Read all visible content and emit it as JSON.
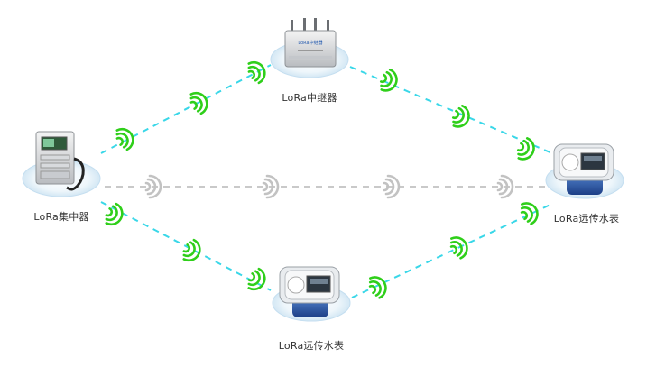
{
  "nodes": [
    {
      "id": "concentrator",
      "label": "LoRa集中器",
      "icon": "concentrator-device-icon"
    },
    {
      "id": "repeater",
      "label": "LoRa中继器",
      "icon": "repeater-device-icon"
    },
    {
      "id": "meter_right",
      "label": "LoRa远传水表",
      "icon": "water-meter-icon"
    },
    {
      "id": "meter_bottom",
      "label": "LoRa远传水表",
      "icon": "water-meter-icon"
    }
  ],
  "links": [
    {
      "from": "concentrator",
      "to": "repeater",
      "style": "dashed",
      "color": "#39d7e8"
    },
    {
      "from": "repeater",
      "to": "meter_right",
      "style": "dashed",
      "color": "#39d7e8"
    },
    {
      "from": "concentrator",
      "to": "meter_bottom",
      "style": "dashed",
      "color": "#39d7e8"
    },
    {
      "from": "meter_bottom",
      "to": "meter_right",
      "style": "dashed",
      "color": "#39d7e8"
    },
    {
      "from": "concentrator",
      "to": "meter_right",
      "style": "dashed",
      "color": "#c9c9c9"
    }
  ],
  "colors": {
    "signal_active": "#2fcf1a",
    "signal_inactive": "#c2c2c2",
    "platform": "#dcecf7"
  },
  "repeater_device": {
    "brand_text": "LoRa中继器"
  }
}
